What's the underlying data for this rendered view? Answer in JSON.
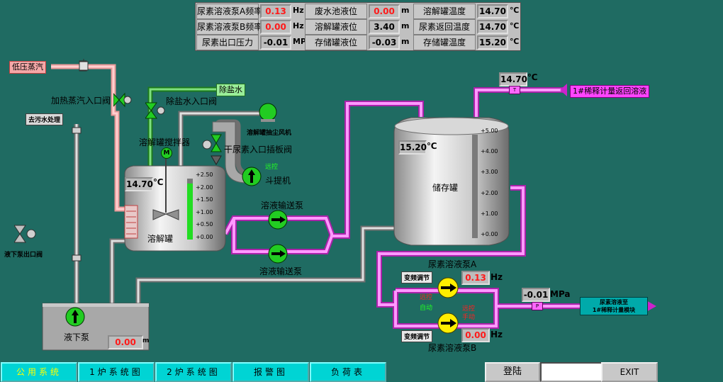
{
  "top_table": {
    "rows": [
      [
        {
          "label": "尿素溶液泵A频率",
          "value": "0.13",
          "unit": "Hz",
          "color": "red"
        },
        {
          "label": "废水池液位",
          "value": "0.00",
          "unit": "m",
          "color": "red"
        },
        {
          "label": "溶解罐温度",
          "value": "14.70",
          "unit": "℃",
          "color": "black"
        }
      ],
      [
        {
          "label": "尿素溶液泵B频率",
          "value": "0.00",
          "unit": "Hz",
          "color": "red"
        },
        {
          "label": "溶解罐液位",
          "value": "3.40",
          "unit": "m",
          "color": "black"
        },
        {
          "label": "尿素返回温度",
          "value": "14.70",
          "unit": "℃",
          "color": "black"
        }
      ],
      [
        {
          "label": "尿素出口压力",
          "value": "-0.01",
          "unit": "MPa",
          "color": "black"
        },
        {
          "label": "存储罐液位",
          "value": "-0.03",
          "unit": "m",
          "color": "black"
        },
        {
          "label": "存储罐温度",
          "value": "15.20",
          "unit": "℃",
          "color": "black"
        }
      ]
    ]
  },
  "labels": {
    "low_pressure_steam": "低压蒸汽",
    "heating_valve": "加热蒸汽入口阀",
    "to_wastewater": "去污水处理",
    "desalt_water": "除盐水",
    "desalt_valve": "除盐水入口阀",
    "dissolver_mixer": "溶解罐搅拌器",
    "urea_valve": "干尿素入口插板阀",
    "remote": "远控",
    "bucket_elevator": "斗提机",
    "dust_fan": "溶解罐抽尘风机",
    "dissolver": "溶解罐",
    "pump1": "溶液输送泵",
    "pump2": "溶液输送泵",
    "storage": "储存罐",
    "return_line": "1#稀释计量返回溶液",
    "pump_a": "尿素溶液泵A",
    "pump_b": "尿素溶液泵B",
    "freq_a": "变频调节",
    "freq_b": "变频调节",
    "remote_a": "远控",
    "auto_a": "自动",
    "remote_b": "远控",
    "manual_b": "手动",
    "outlet": "尿素溶液至\n1#稀释计量模块",
    "drain_valve": "液下泵出口阀",
    "sump_pump": "液下泵"
  },
  "readings": {
    "dissolver_temp": "14.70",
    "storage_temp": "15.20",
    "return_temp": "14.70",
    "pump_a_freq": "0.13",
    "pump_b_freq": "0.00",
    "outlet_pressure": "-0.01",
    "sump_level": "0.00",
    "deg_unit": "℃",
    "hz_unit": "Hz",
    "mpa_unit": "MPa",
    "m_unit": "m"
  },
  "dissolver_scale": [
    "+2.50",
    "+2.00",
    "+1.50",
    "+1.00",
    "+0.50",
    "+0.00"
  ],
  "storage_scale": [
    "+5.00",
    "+4.00",
    "+3.00",
    "+2.00",
    "+1.00",
    "+0.00"
  ],
  "levels": {
    "dissolver_fraction": 0.92,
    "storage_fraction": 0.0
  },
  "nav": {
    "buttons": [
      "公用系统",
      "1炉系统图",
      "2炉系统图",
      "报警图",
      "负荷表"
    ],
    "login": "登陆",
    "exit": "EXIT"
  },
  "colors": {
    "bg": "#1f6b62",
    "steam": "#f4a8a8",
    "pink": "#ff44ff",
    "green_pipe": "#33aa33",
    "grey_pipe": "#c8c8c8",
    "pump_green": "#22cc22",
    "pump_yellow": "#ffee00"
  }
}
